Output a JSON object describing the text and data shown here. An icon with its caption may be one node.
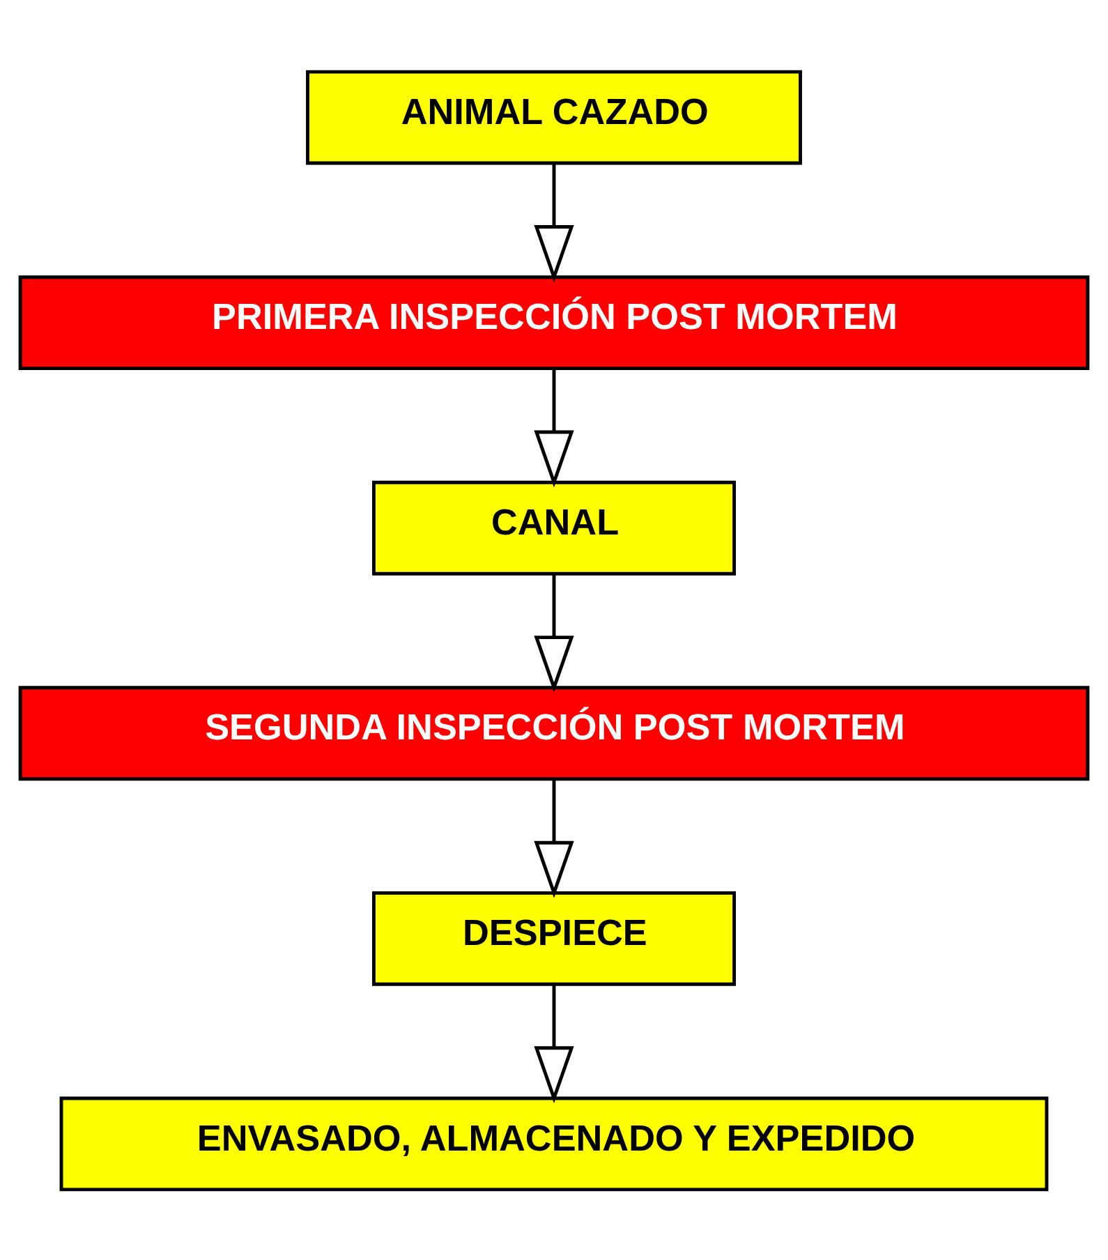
{
  "diagram": {
    "nodes": [
      {
        "text": [
          "ANIMAL CAZADO"
        ]
      },
      {
        "text": [
          "PRIMERA INSPECCIÓN POST MORTEM"
        ]
      },
      {
        "text": [
          "CANAL"
        ]
      },
      {
        "text": [
          "SEGUNDA INSPECCIÓN POST MORTEM"
        ]
      },
      {
        "text": [
          "DESPIECE"
        ]
      },
      {
        "text": [
          "ENVASADO, ALMACENADO Y EXPEDIDO"
        ]
      }
    ],
    "edges": [
      {
        "from": 0,
        "to": 1,
        "arrow": "to"
      },
      {
        "from": 1,
        "to": 2,
        "arrow": "to"
      },
      {
        "from": 2,
        "to": 3,
        "arrow": "to"
      },
      {
        "from": 3,
        "to": 4,
        "arrow": "to"
      },
      {
        "from": 4,
        "to": 5,
        "arrow": "to"
      }
    ]
  }
}
